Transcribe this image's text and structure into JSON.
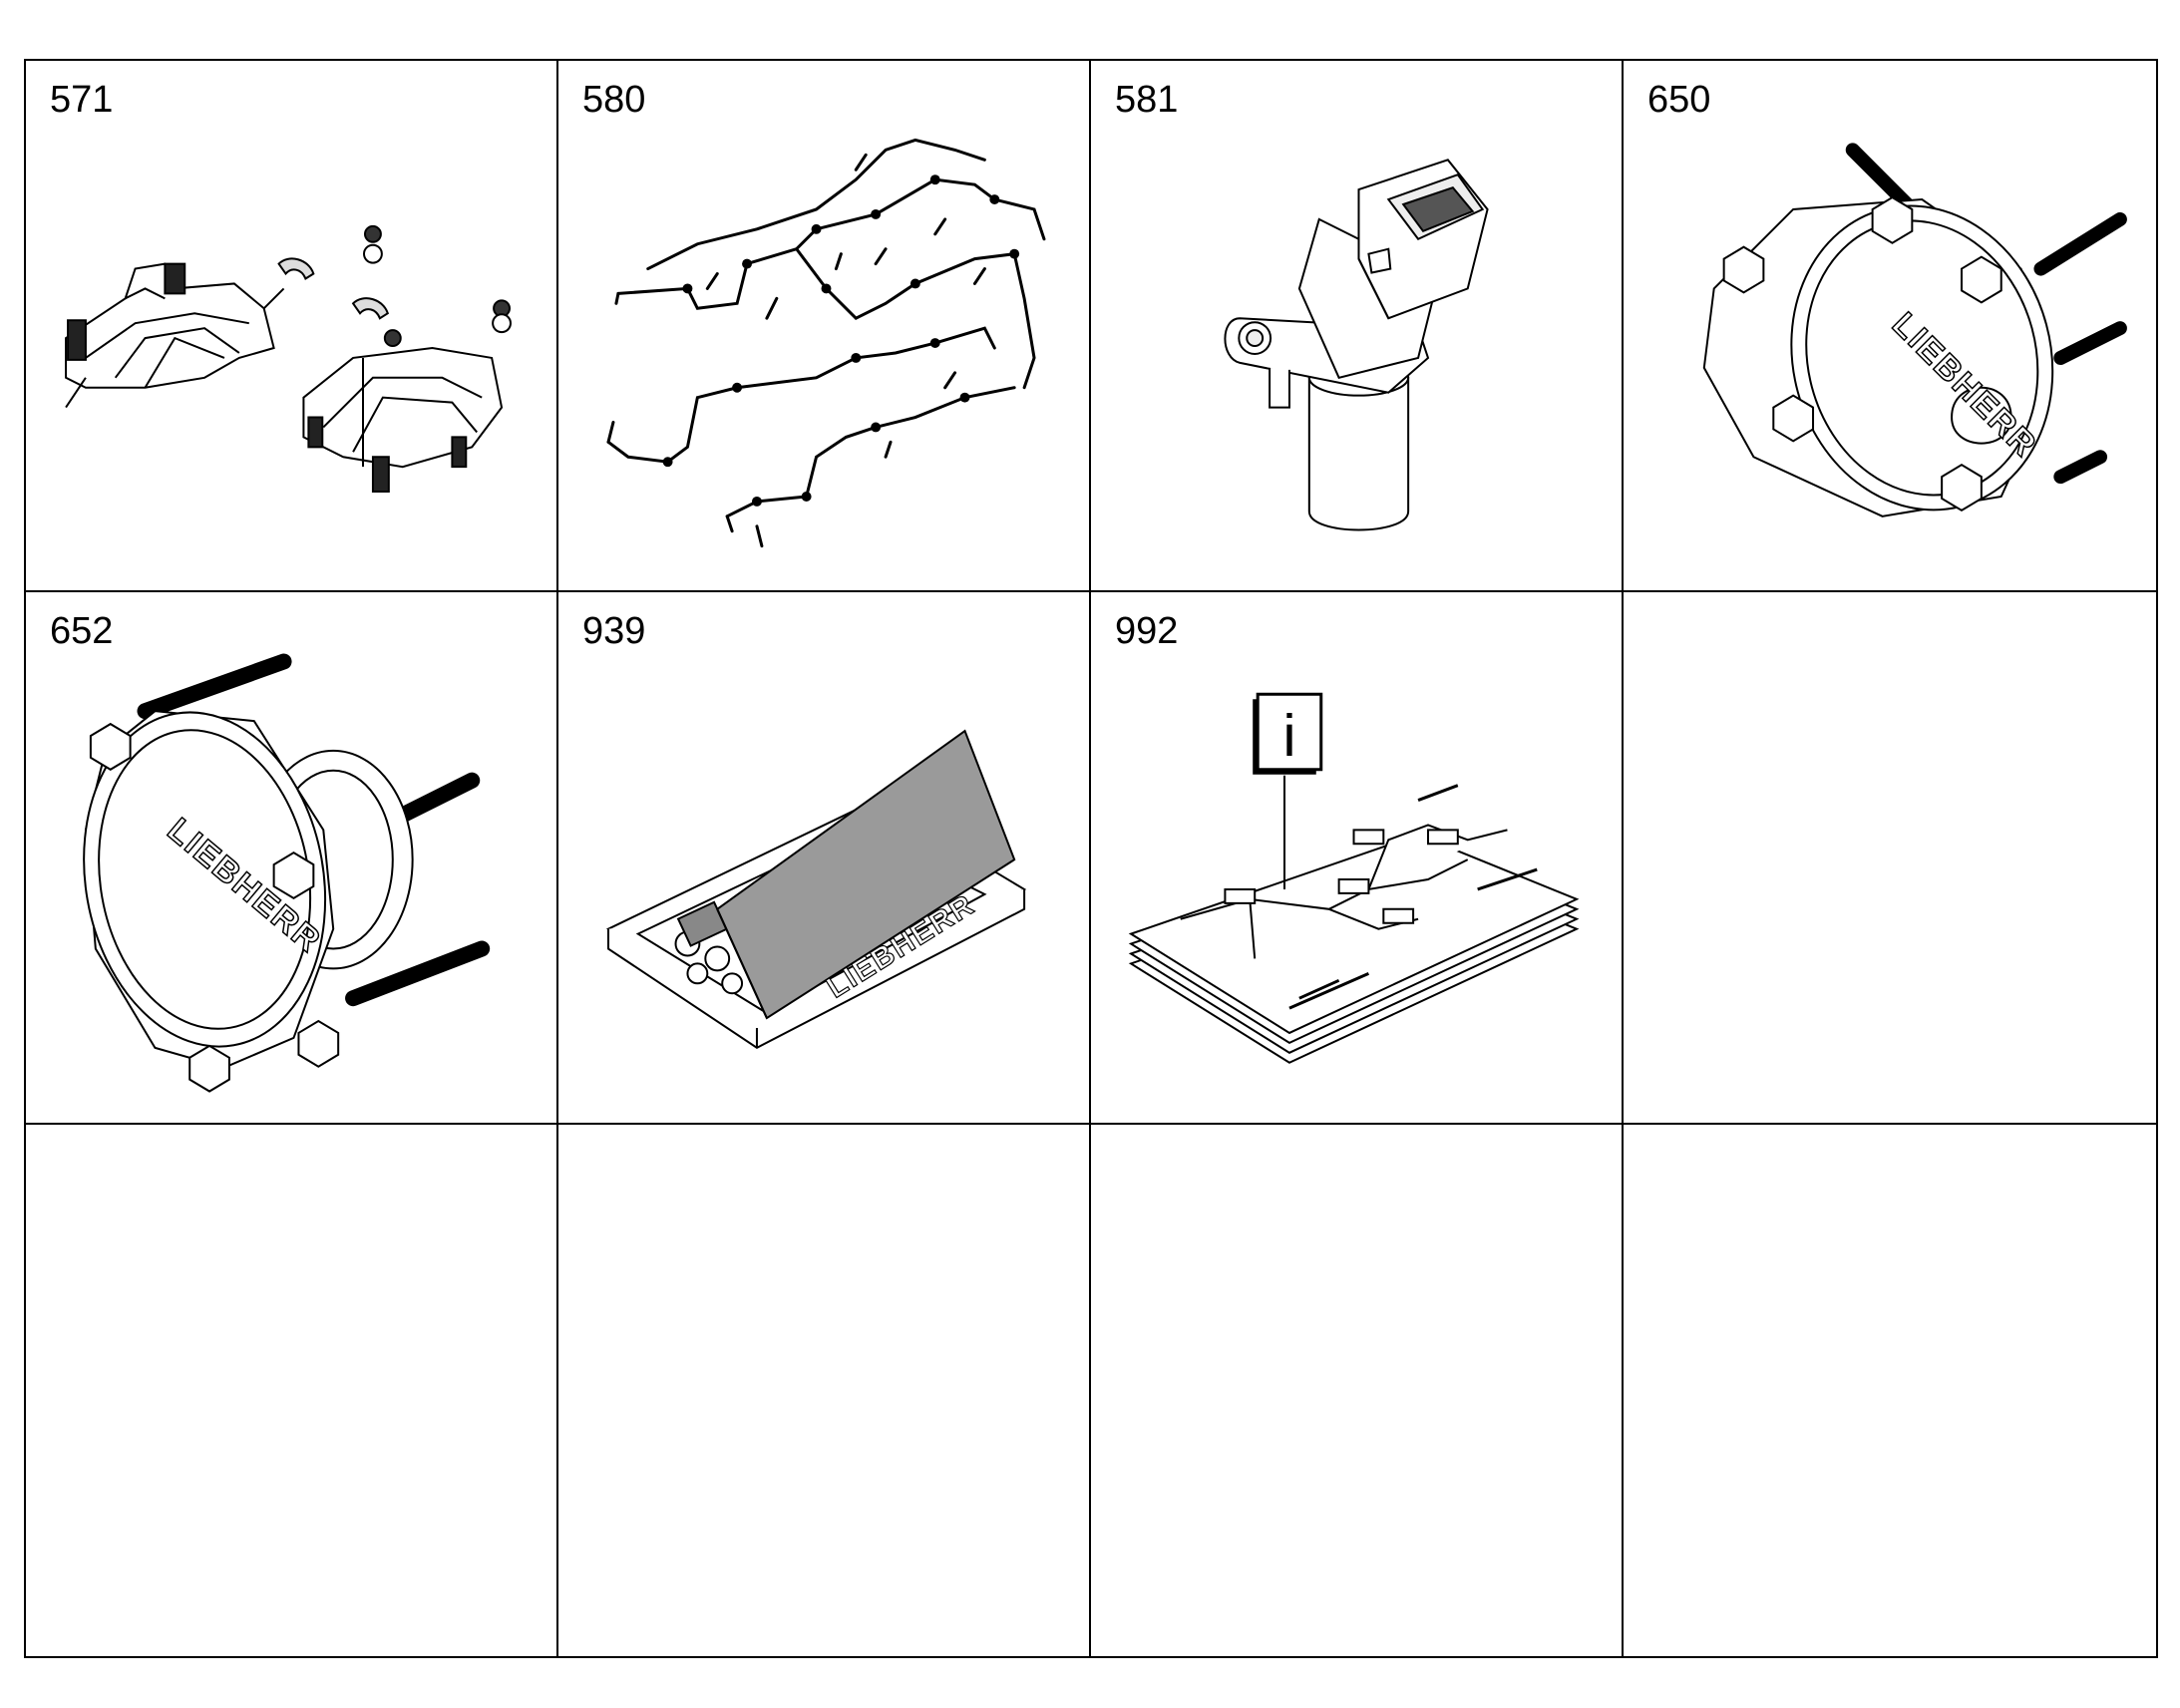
{
  "cells": [
    {
      "number": "571",
      "icon": "mounting-bracket-set-icon"
    },
    {
      "number": "580",
      "icon": "wiring-harness-icon"
    },
    {
      "number": "581",
      "icon": "speed-sensor-icon"
    },
    {
      "number": "650",
      "icon": "flange-cover-icon",
      "brand": "LIEBHERR"
    },
    {
      "number": "652",
      "icon": "flange-cover-icon",
      "brand": "LIEBHERR"
    },
    {
      "number": "939",
      "icon": "spare-parts-kit-icon",
      "brand": "LIEBHERR"
    },
    {
      "number": "992",
      "icon": "information-documents-icon",
      "badge": "i"
    },
    {
      "number": "",
      "icon": ""
    },
    {
      "number": "",
      "icon": ""
    },
    {
      "number": "",
      "icon": ""
    },
    {
      "number": "",
      "icon": ""
    },
    {
      "number": "",
      "icon": ""
    }
  ]
}
